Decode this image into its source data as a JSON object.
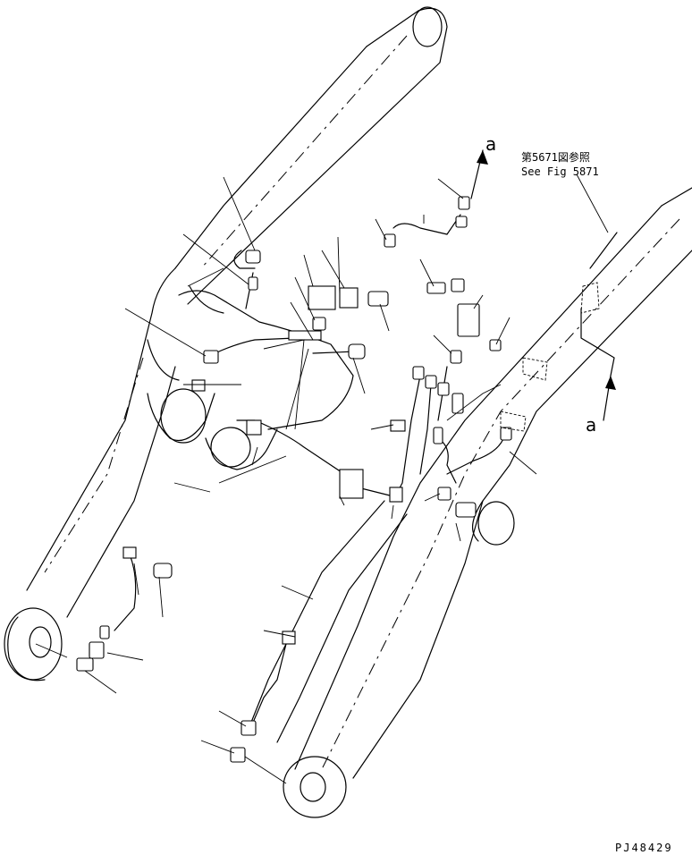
{
  "reference": {
    "jp": "第5671図参照",
    "en": "See Fig 5871"
  },
  "markers": {
    "top": "a",
    "right": "a"
  },
  "drawing_number": "PJ48429"
}
